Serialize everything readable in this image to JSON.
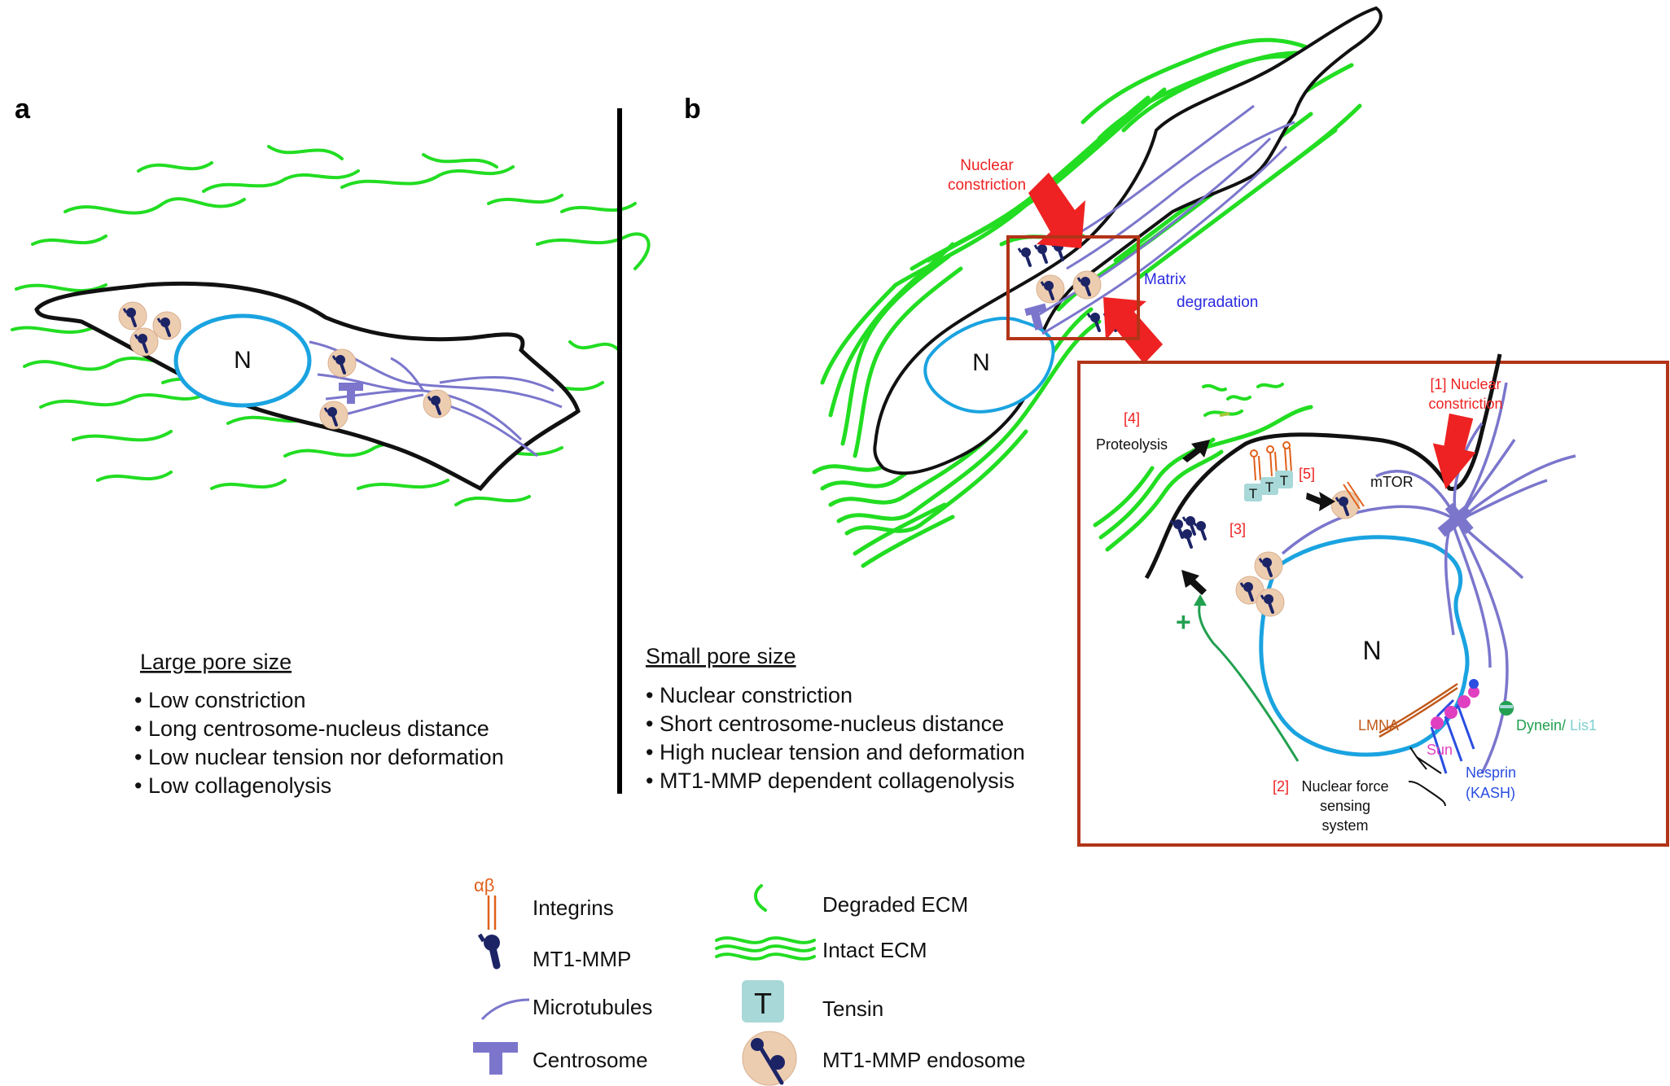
{
  "panel_a": {
    "label": "a",
    "nucleus_label": "N",
    "heading": "Large pore size",
    "bullets": [
      "• Low constriction",
      "• Long centrosome-nucleus distance",
      "• Low nuclear tension nor deformation",
      "• Low collagenolysis"
    ]
  },
  "panel_b": {
    "label": "b",
    "nucleus_label": "N",
    "nuclear_constriction": [
      "Nuclear",
      "constriction"
    ],
    "matrix_degradation": [
      "Matrix",
      "degradation"
    ],
    "heading": "Small pore size",
    "bullets": [
      "• Nuclear constriction",
      "• Short centrosome-nucleus distance",
      "• High nuclear tension and deformation",
      "• MT1-MMP dependent collagenolysis"
    ]
  },
  "inset": {
    "nucleus_label": "N",
    "step1": [
      "[1] Nuclear",
      "constriction"
    ],
    "step2": "[2]",
    "step3": "[3]",
    "step4": "[4]",
    "step4_text": "Proteolysis",
    "step5": "[5]",
    "mtor": "mTOR",
    "tensin_letter": "T",
    "plus": "+",
    "lmna": "LMNA",
    "sun": "Sun",
    "nesprin": [
      "Nesprin",
      "(KASH)"
    ],
    "dynein": "Dynein/",
    "lis1": "Lis1",
    "force_system": [
      "Nuclear force",
      "sensing",
      "system"
    ]
  },
  "legend": {
    "integrins_symbol": "αβ",
    "integrins": "Integrins",
    "mt1mmp": "MT1-MMP",
    "microtubules": "Microtubules",
    "centrosome": "Centrosome",
    "degraded_ecm": "Degraded ECM",
    "intact_ecm": "Intact ECM",
    "tensin_letter": "T",
    "tensin": "Tensin",
    "endosome": "MT1-MMP endosome"
  },
  "colors": {
    "ecm_green": "#22dd22",
    "nucleus_blue": "#1aa3e0",
    "microtubule_purple": "#7b76cc",
    "mmp_navy": "#1c2466",
    "endosome_tan": "#edcdb0",
    "arrow_red": "#ee2222",
    "frame_brown": "#b23418",
    "tensin_teal": "#a8d8d8",
    "integrin_orange": "#e0601a"
  }
}
